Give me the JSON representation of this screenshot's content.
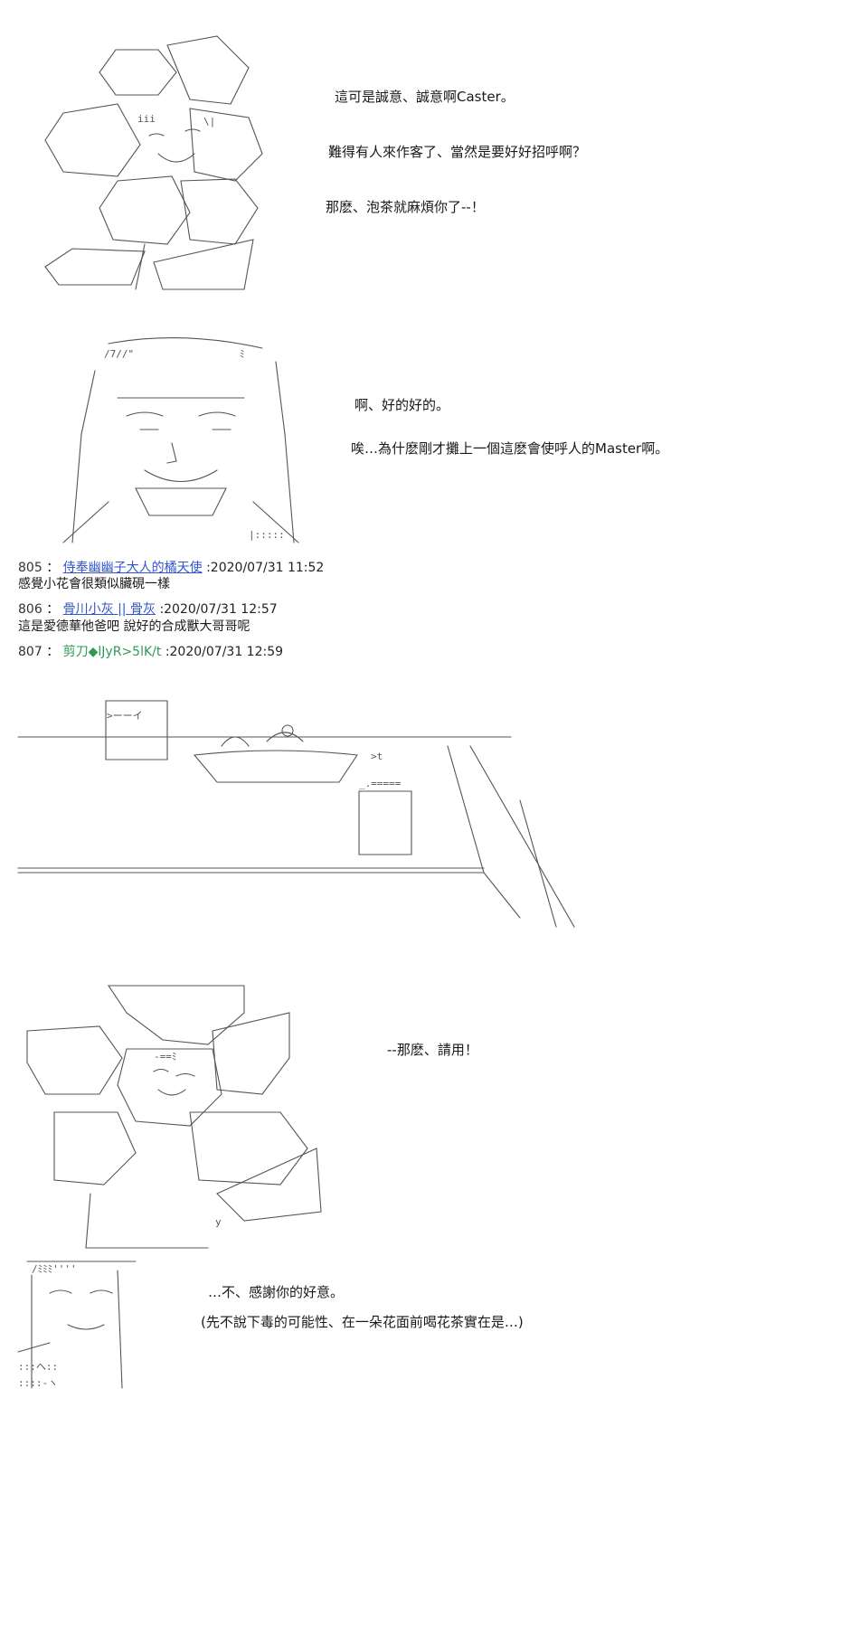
{
  "scene1": {
    "lines": [
      "這可是誠意、誠意啊Caster。",
      "難得有人來作客了、當然是要好好招呼啊？",
      "那麽、泡茶就麻煩你了--！"
    ]
  },
  "scene2": {
    "lines": [
      "啊、好的好的。",
      "唉…為什麽剛才攤上一個這麽會使呼人的Master啊。"
    ]
  },
  "posts": [
    {
      "num": "805",
      "sep": "：",
      "name": "侍奉幽幽子大人的橘天使",
      "date": ":2020/07/31 11:52",
      "body": "感覺小花會很類似臟硯一樣",
      "style": "blue"
    },
    {
      "num": "806",
      "sep": "：",
      "name": "骨川小灰 || 骨灰",
      "date": ":2020/07/31 12:57",
      "body": "這是愛德華他爸吧 說好的合成獸大哥哥呢",
      "style": "blue"
    },
    {
      "num": "807",
      "sep": "：",
      "name": "剪刀◆lJyR>5lK/t",
      "date": ":2020/07/31 12:59",
      "body": "",
      "style": "green"
    }
  ],
  "scene4": {
    "lines": [
      "--那麽、請用！"
    ]
  },
  "scene5": {
    "lines": [
      "…不、感謝你的好意。",
      "(先不說下毒的可能性、在一朵花面前喝花茶實在是…)"
    ]
  }
}
